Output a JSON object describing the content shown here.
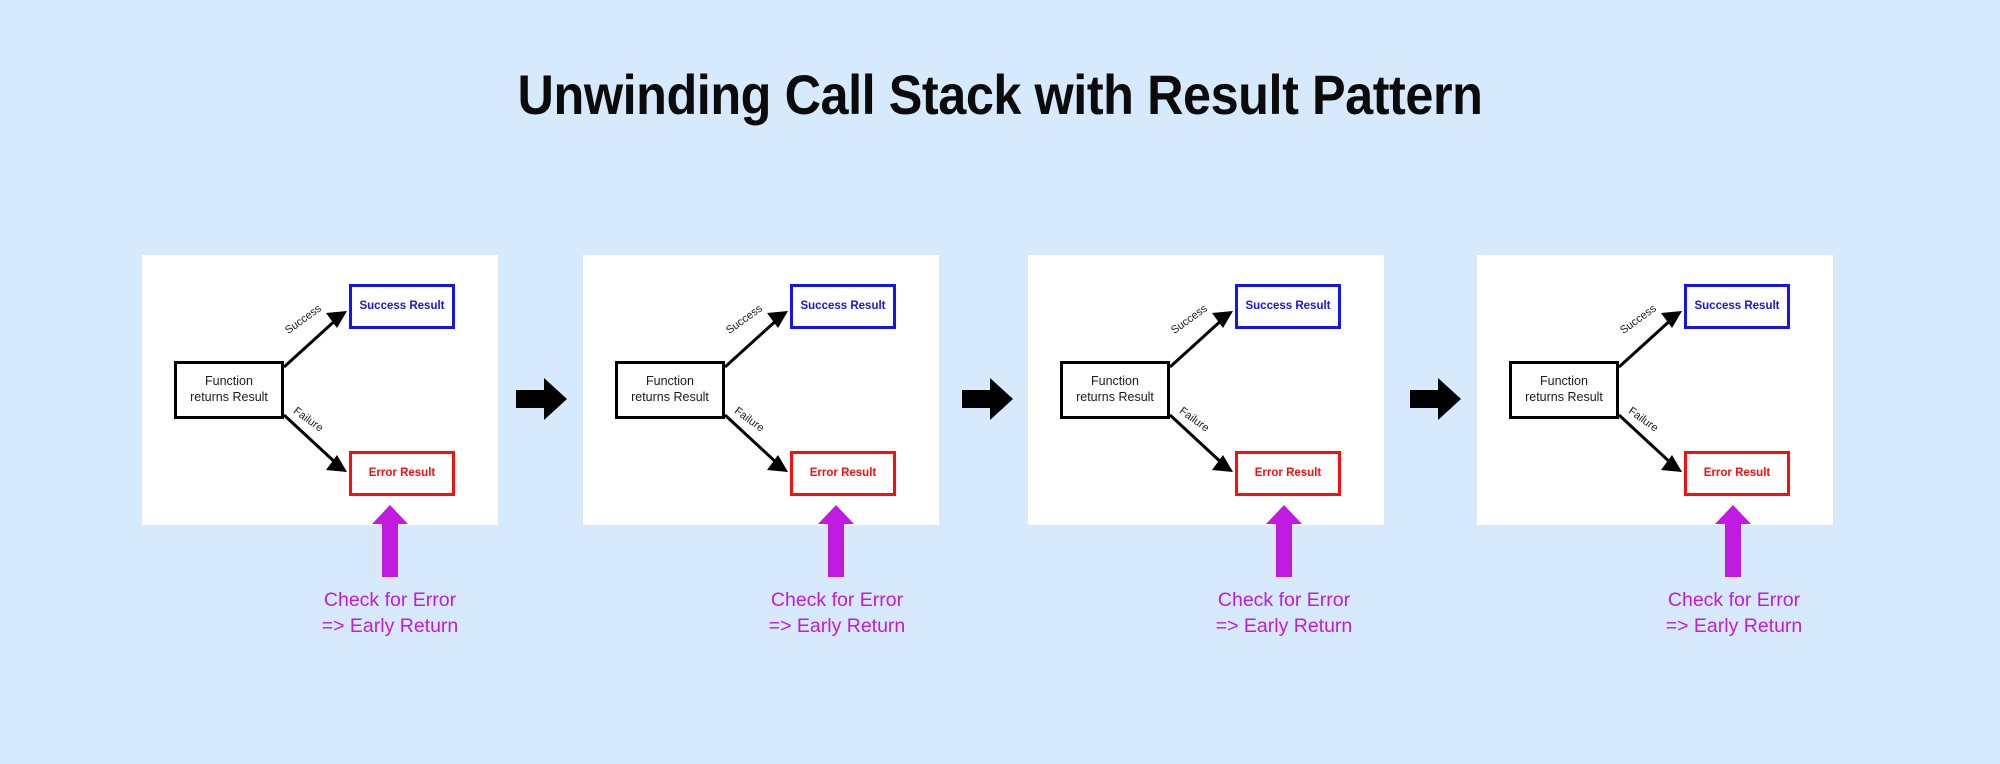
{
  "title": "Unwinding Call Stack with Result Pattern",
  "colors": {
    "background": "#d7e9fc",
    "panel": "#ffffff",
    "title": "#0b0b0b",
    "function_box_border": "#000000",
    "success_border": "#1414f0",
    "success_text": "#1414f0",
    "error_border": "#fc0d0d",
    "error_text": "#fc0d0d",
    "caption": "#c11ae0",
    "up_arrow": "#c11ae0",
    "connector_arrow": "#000000",
    "edge": "#000000"
  },
  "panels": [
    {
      "id": "panel-1",
      "function_box": "Function\nreturns Result",
      "success_box": "Success Result",
      "error_box": "Error Result",
      "edge_labels": {
        "success": "Success",
        "failure": "Failure"
      },
      "caption": "Check for Error\n=> Early Return"
    },
    {
      "id": "panel-2",
      "function_box": "Function\nreturns Result",
      "success_box": "Success Result",
      "error_box": "Error Result",
      "edge_labels": {
        "success": "Success",
        "failure": "Failure"
      },
      "caption": "Check for Error\n=> Early Return"
    },
    {
      "id": "panel-3",
      "function_box": "Function\nreturns Result",
      "success_box": "Success Result",
      "error_box": "Error Result",
      "edge_labels": {
        "success": "Success",
        "failure": "Failure"
      },
      "caption": "Check for Error\n=> Early Return"
    },
    {
      "id": "panel-4",
      "function_box": "Function\nreturns Result",
      "success_box": "Success Result",
      "error_box": "Error Result",
      "edge_labels": {
        "success": "Success",
        "failure": "Failure"
      },
      "caption": "Check for Error\n=> Early Return"
    }
  ],
  "connectors": [
    {
      "icon": "right-arrow-icon"
    },
    {
      "icon": "right-arrow-icon"
    },
    {
      "icon": "right-arrow-icon"
    }
  ],
  "up_arrows": [
    {
      "icon": "up-arrow-icon"
    },
    {
      "icon": "up-arrow-icon"
    },
    {
      "icon": "up-arrow-icon"
    },
    {
      "icon": "up-arrow-icon"
    }
  ]
}
